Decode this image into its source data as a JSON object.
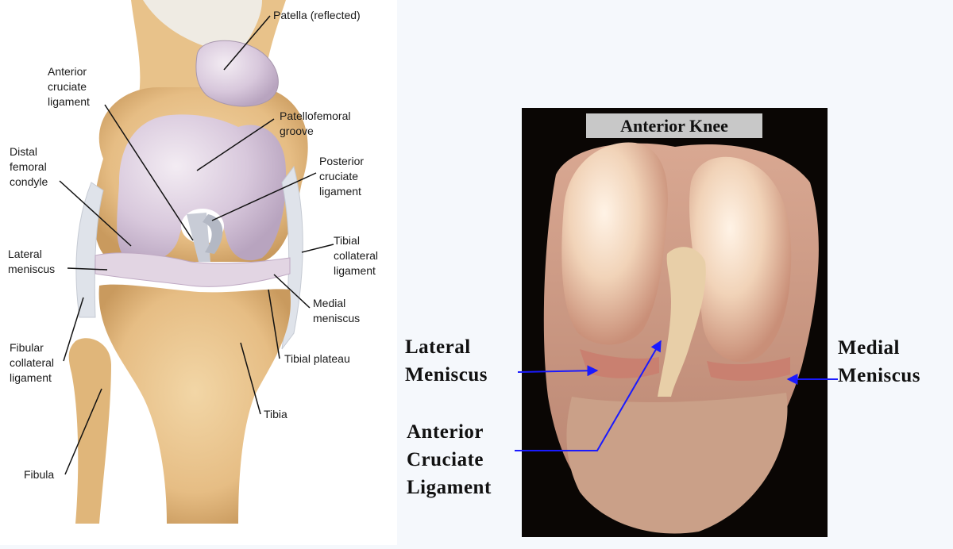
{
  "illustration": {
    "labels": {
      "patella": "Patella (reflected)",
      "acl": [
        "Anterior",
        "cruciate",
        "ligament"
      ],
      "patellofemoral": [
        "Patellofemoral",
        "groove"
      ],
      "distal": [
        "Distal",
        "femoral",
        "condyle"
      ],
      "pcl": [
        "Posterior",
        "cruciate",
        "ligament"
      ],
      "lateral_meniscus": [
        "Lateral",
        "meniscus"
      ],
      "tibial_collateral": [
        "Tibial",
        "collateral",
        "ligament"
      ],
      "medial_meniscus": [
        "Medial",
        "meniscus"
      ],
      "fibular_collateral": [
        "Fibular",
        "collateral",
        "ligament"
      ],
      "tibial_plateau": "Tibial plateau",
      "tibia": "Tibia",
      "fibula": "Fibula"
    }
  },
  "photo": {
    "title": "Anterior Knee",
    "labels": {
      "lateral": [
        "Lateral",
        "Meniscus"
      ],
      "medial": [
        "Medial",
        "Meniscus"
      ],
      "acl": [
        "Anterior",
        "Cruciate",
        "Ligament"
      ]
    }
  },
  "colors": {
    "bone": "#e9c48f",
    "cartilage": "#d9c9dc",
    "ligament": "#dfe3ea",
    "photo_bg": "#0a0604",
    "arrow": "#1a1aff"
  }
}
